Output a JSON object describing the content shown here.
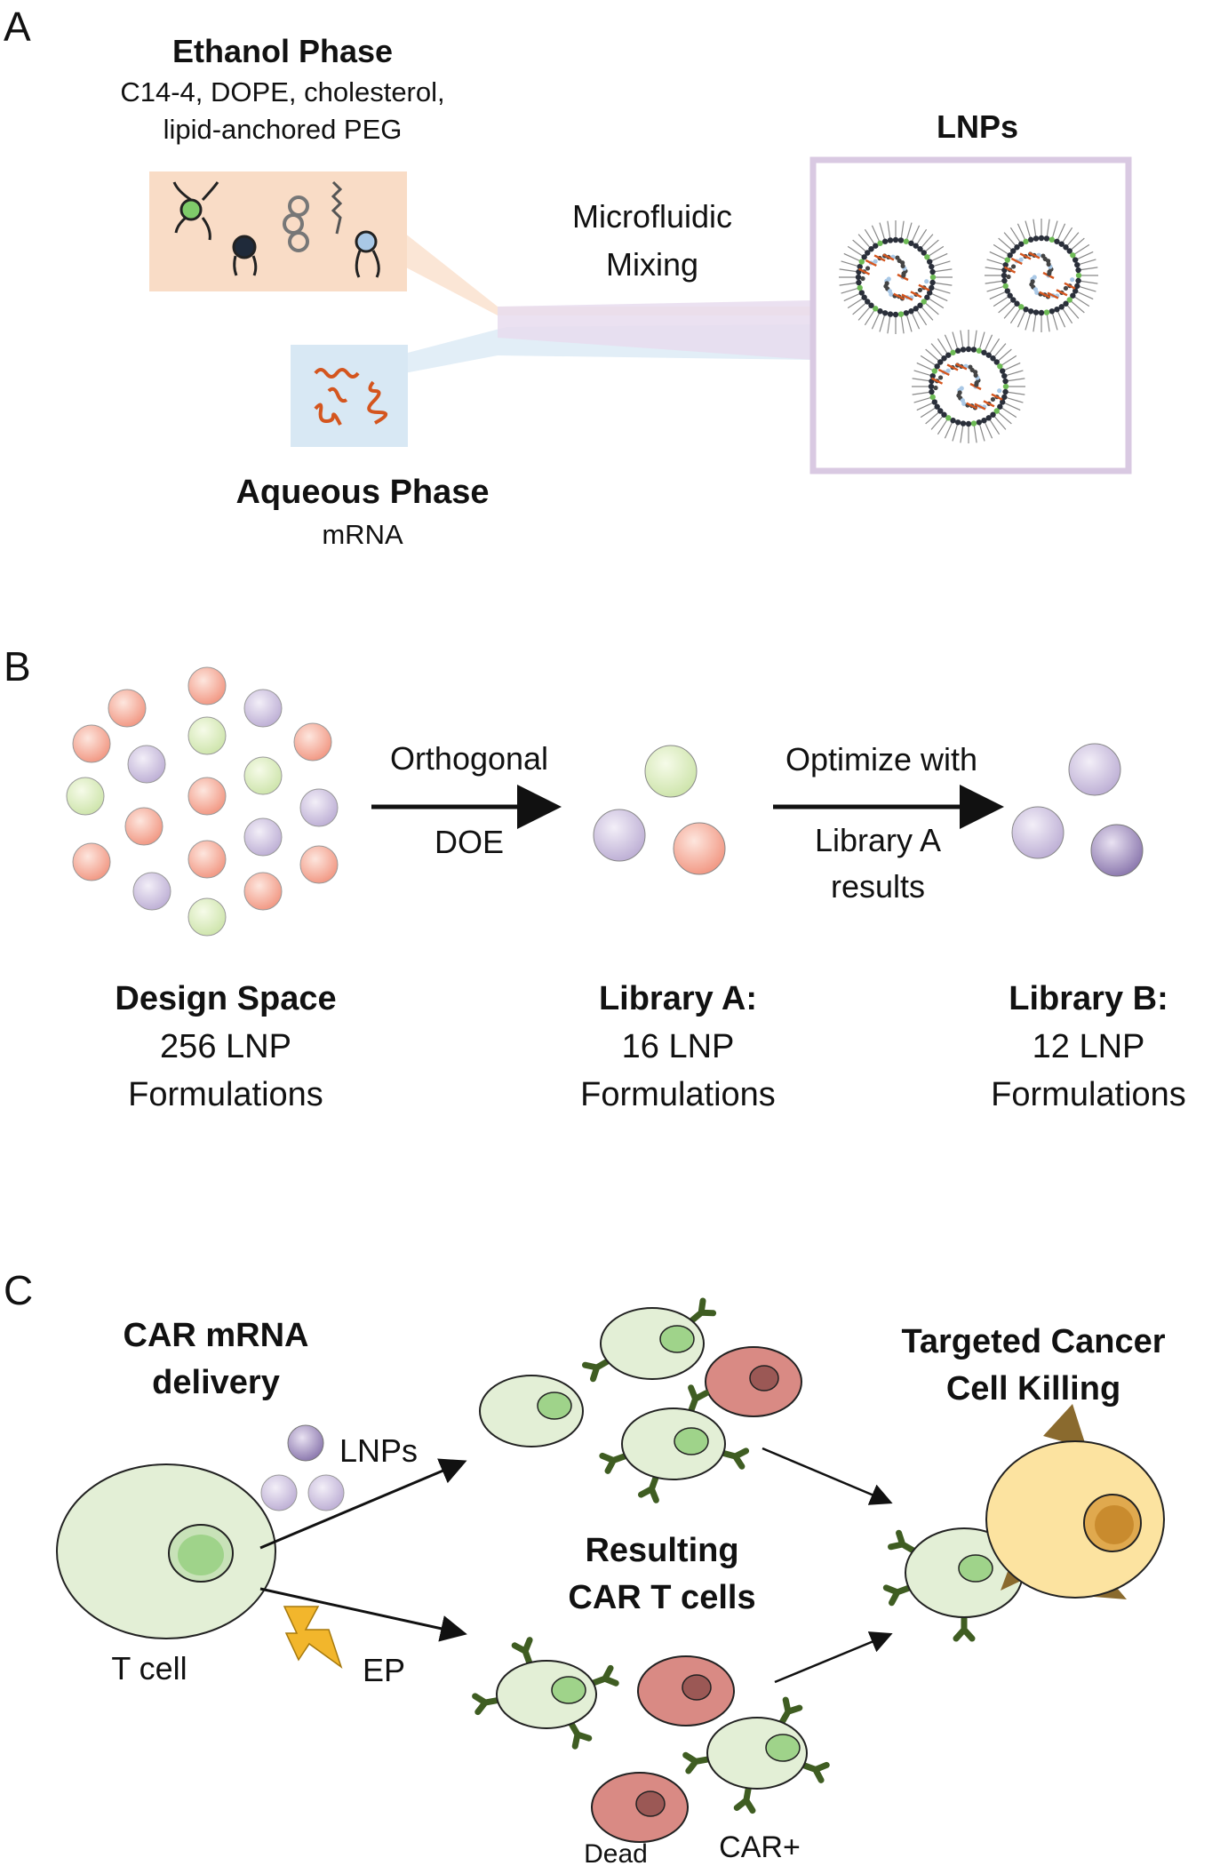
{
  "panel_a": {
    "letter": "A",
    "ethanol_title": "Ethanol Phase",
    "ethanol_line1": "C14-4, DOPE, cholesterol,",
    "ethanol_line2": "lipid-anchored PEG",
    "mixing_line1": "Microfluidic",
    "mixing_line2": "Mixing",
    "lnps_title": "LNPs",
    "aqueous_title": "Aqueous Phase",
    "aqueous_sub": "mRNA",
    "colors": {
      "ethanol": "#f9dcc6",
      "aqueous": "#d8e8f4",
      "lnp_box": "#d9c9e2",
      "mrna": "#d4551e"
    }
  },
  "panel_b": {
    "letter": "B",
    "arrow1_line1": "Orthogonal",
    "arrow1_line2": "DOE",
    "arrow2_line1": "Optimize with",
    "arrow2_line2": "Library A",
    "arrow2_line3": "results",
    "design_title": "Design Space",
    "design_line1": "256 LNP",
    "design_line2": "Formulations",
    "libA_title": "Library A:",
    "libA_line1": "16 LNP",
    "libA_line2": "Formulations",
    "libB_title": "Library B:",
    "libB_line1": "12 LNP",
    "libB_line2": "Formulations",
    "colors": {
      "red": "#f4a090",
      "green": "#d6e9b8",
      "purple": "#c8bddc"
    }
  },
  "panel_c": {
    "letter": "C",
    "delivery_line1": "CAR mRNA",
    "delivery_line2": "delivery",
    "lnps_label": "LNPs",
    "tcell_label": "T cell",
    "ep_label": "EP",
    "result_line1": "Resulting",
    "result_line2": "CAR T cells",
    "target_line1": "Targeted Cancer",
    "target_line2": "Cell Killing",
    "dead_label": "Dead",
    "carplus_label": "CAR+",
    "colors": {
      "cell": "#e3efd6",
      "nucleus": "#9fd38a",
      "dead": "#d98a84",
      "cancer": "#fce3a0",
      "receptor": "#3f5d22",
      "bolt": "#f2b62c"
    }
  }
}
